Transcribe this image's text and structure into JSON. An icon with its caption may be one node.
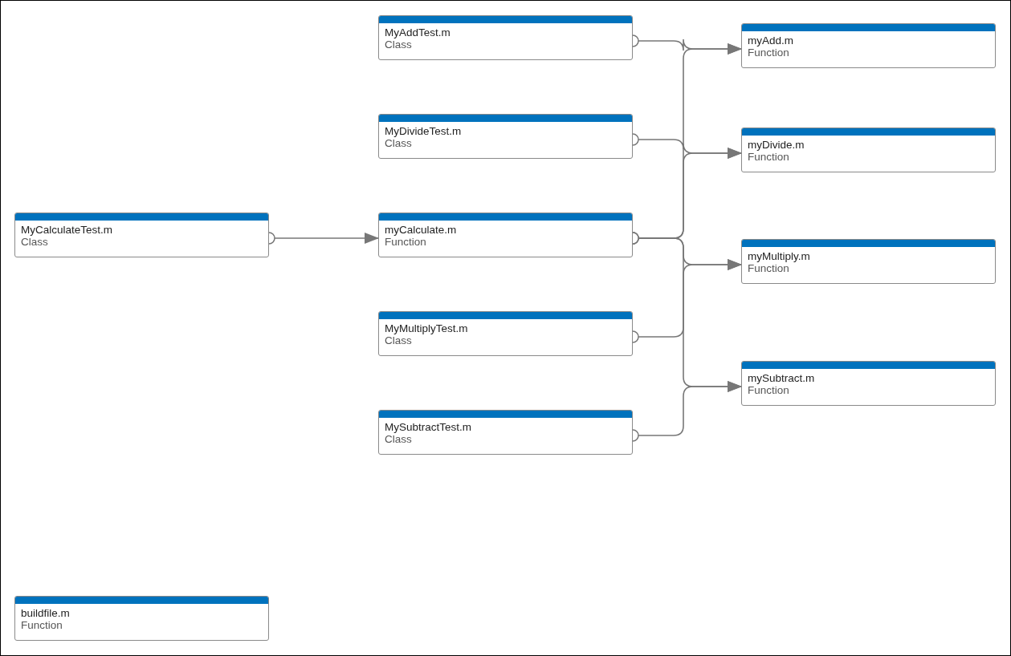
{
  "diagram": {
    "nodes": [
      {
        "text": [
          "MyCalculateTest.m",
          "Class"
        ]
      },
      {
        "text": [
          "buildfile.m",
          "Function"
        ]
      },
      {
        "text": [
          "MyAddTest.m",
          "Class"
        ]
      },
      {
        "text": [
          "MyDivideTest.m",
          "Class"
        ]
      },
      {
        "text": [
          "myCalculate.m",
          "Function"
        ]
      },
      {
        "text": [
          "MyMultiplyTest.m",
          "Class"
        ]
      },
      {
        "text": [
          "MySubtractTest.m",
          "Class"
        ]
      },
      {
        "text": [
          "myAdd.m",
          "Function"
        ]
      },
      {
        "text": [
          "myDivide.m",
          "Function"
        ]
      },
      {
        "text": [
          "myMultiply.m",
          "Function"
        ]
      },
      {
        "text": [
          "mySubtract.m",
          "Function"
        ]
      }
    ],
    "edges": [
      {
        "from": 0,
        "to": 4,
        "arrow": "to"
      },
      {
        "from": 2,
        "to": 7,
        "arrow": "to"
      },
      {
        "from": 3,
        "to": 8,
        "arrow": "to"
      },
      {
        "from": 4,
        "to": 7,
        "arrow": "to"
      },
      {
        "from": 4,
        "to": 8,
        "arrow": "to"
      },
      {
        "from": 4,
        "to": 9,
        "arrow": "to"
      },
      {
        "from": 4,
        "to": 10,
        "arrow": "to"
      },
      {
        "from": 5,
        "to": 9,
        "arrow": "to"
      },
      {
        "from": 6,
        "to": 10,
        "arrow": "to"
      }
    ]
  }
}
